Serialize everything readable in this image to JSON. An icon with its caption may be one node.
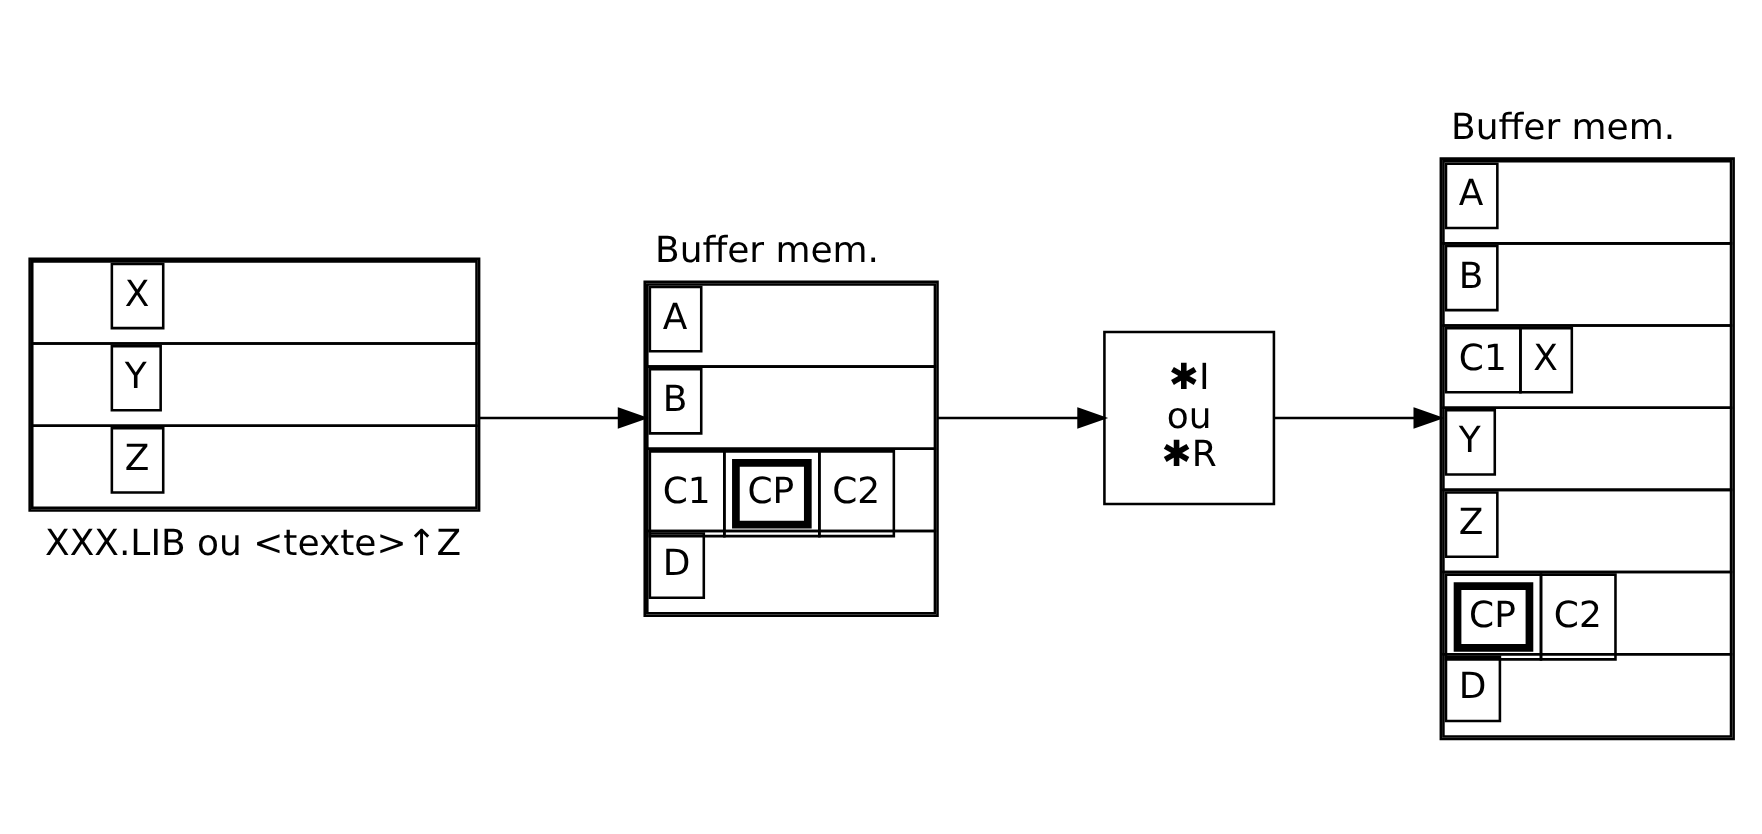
{
  "diagram": {
    "nodes": [
      {
        "text": [
          "X",
          "Y",
          "Z"
        ],
        "beside": [
          "XXX.LIB ou <texte>↑Z"
        ]
      },
      {
        "text": [
          "Buffer mem.",
          "A",
          "B",
          "C1",
          "CP",
          "C2",
          "D"
        ]
      },
      {
        "text": [
          "✱I",
          "ou",
          "✱R"
        ]
      },
      {
        "text": [
          "Buffer mem.",
          "A",
          "B",
          "C1",
          "X",
          "Y",
          "Z",
          "CP",
          "C2",
          "D"
        ]
      }
    ],
    "edges": [
      {
        "from": 0,
        "to": 1,
        "arrow": "to"
      },
      {
        "from": 1,
        "to": 2,
        "arrow": "to"
      },
      {
        "from": 2,
        "to": 3,
        "arrow": "to"
      }
    ]
  }
}
